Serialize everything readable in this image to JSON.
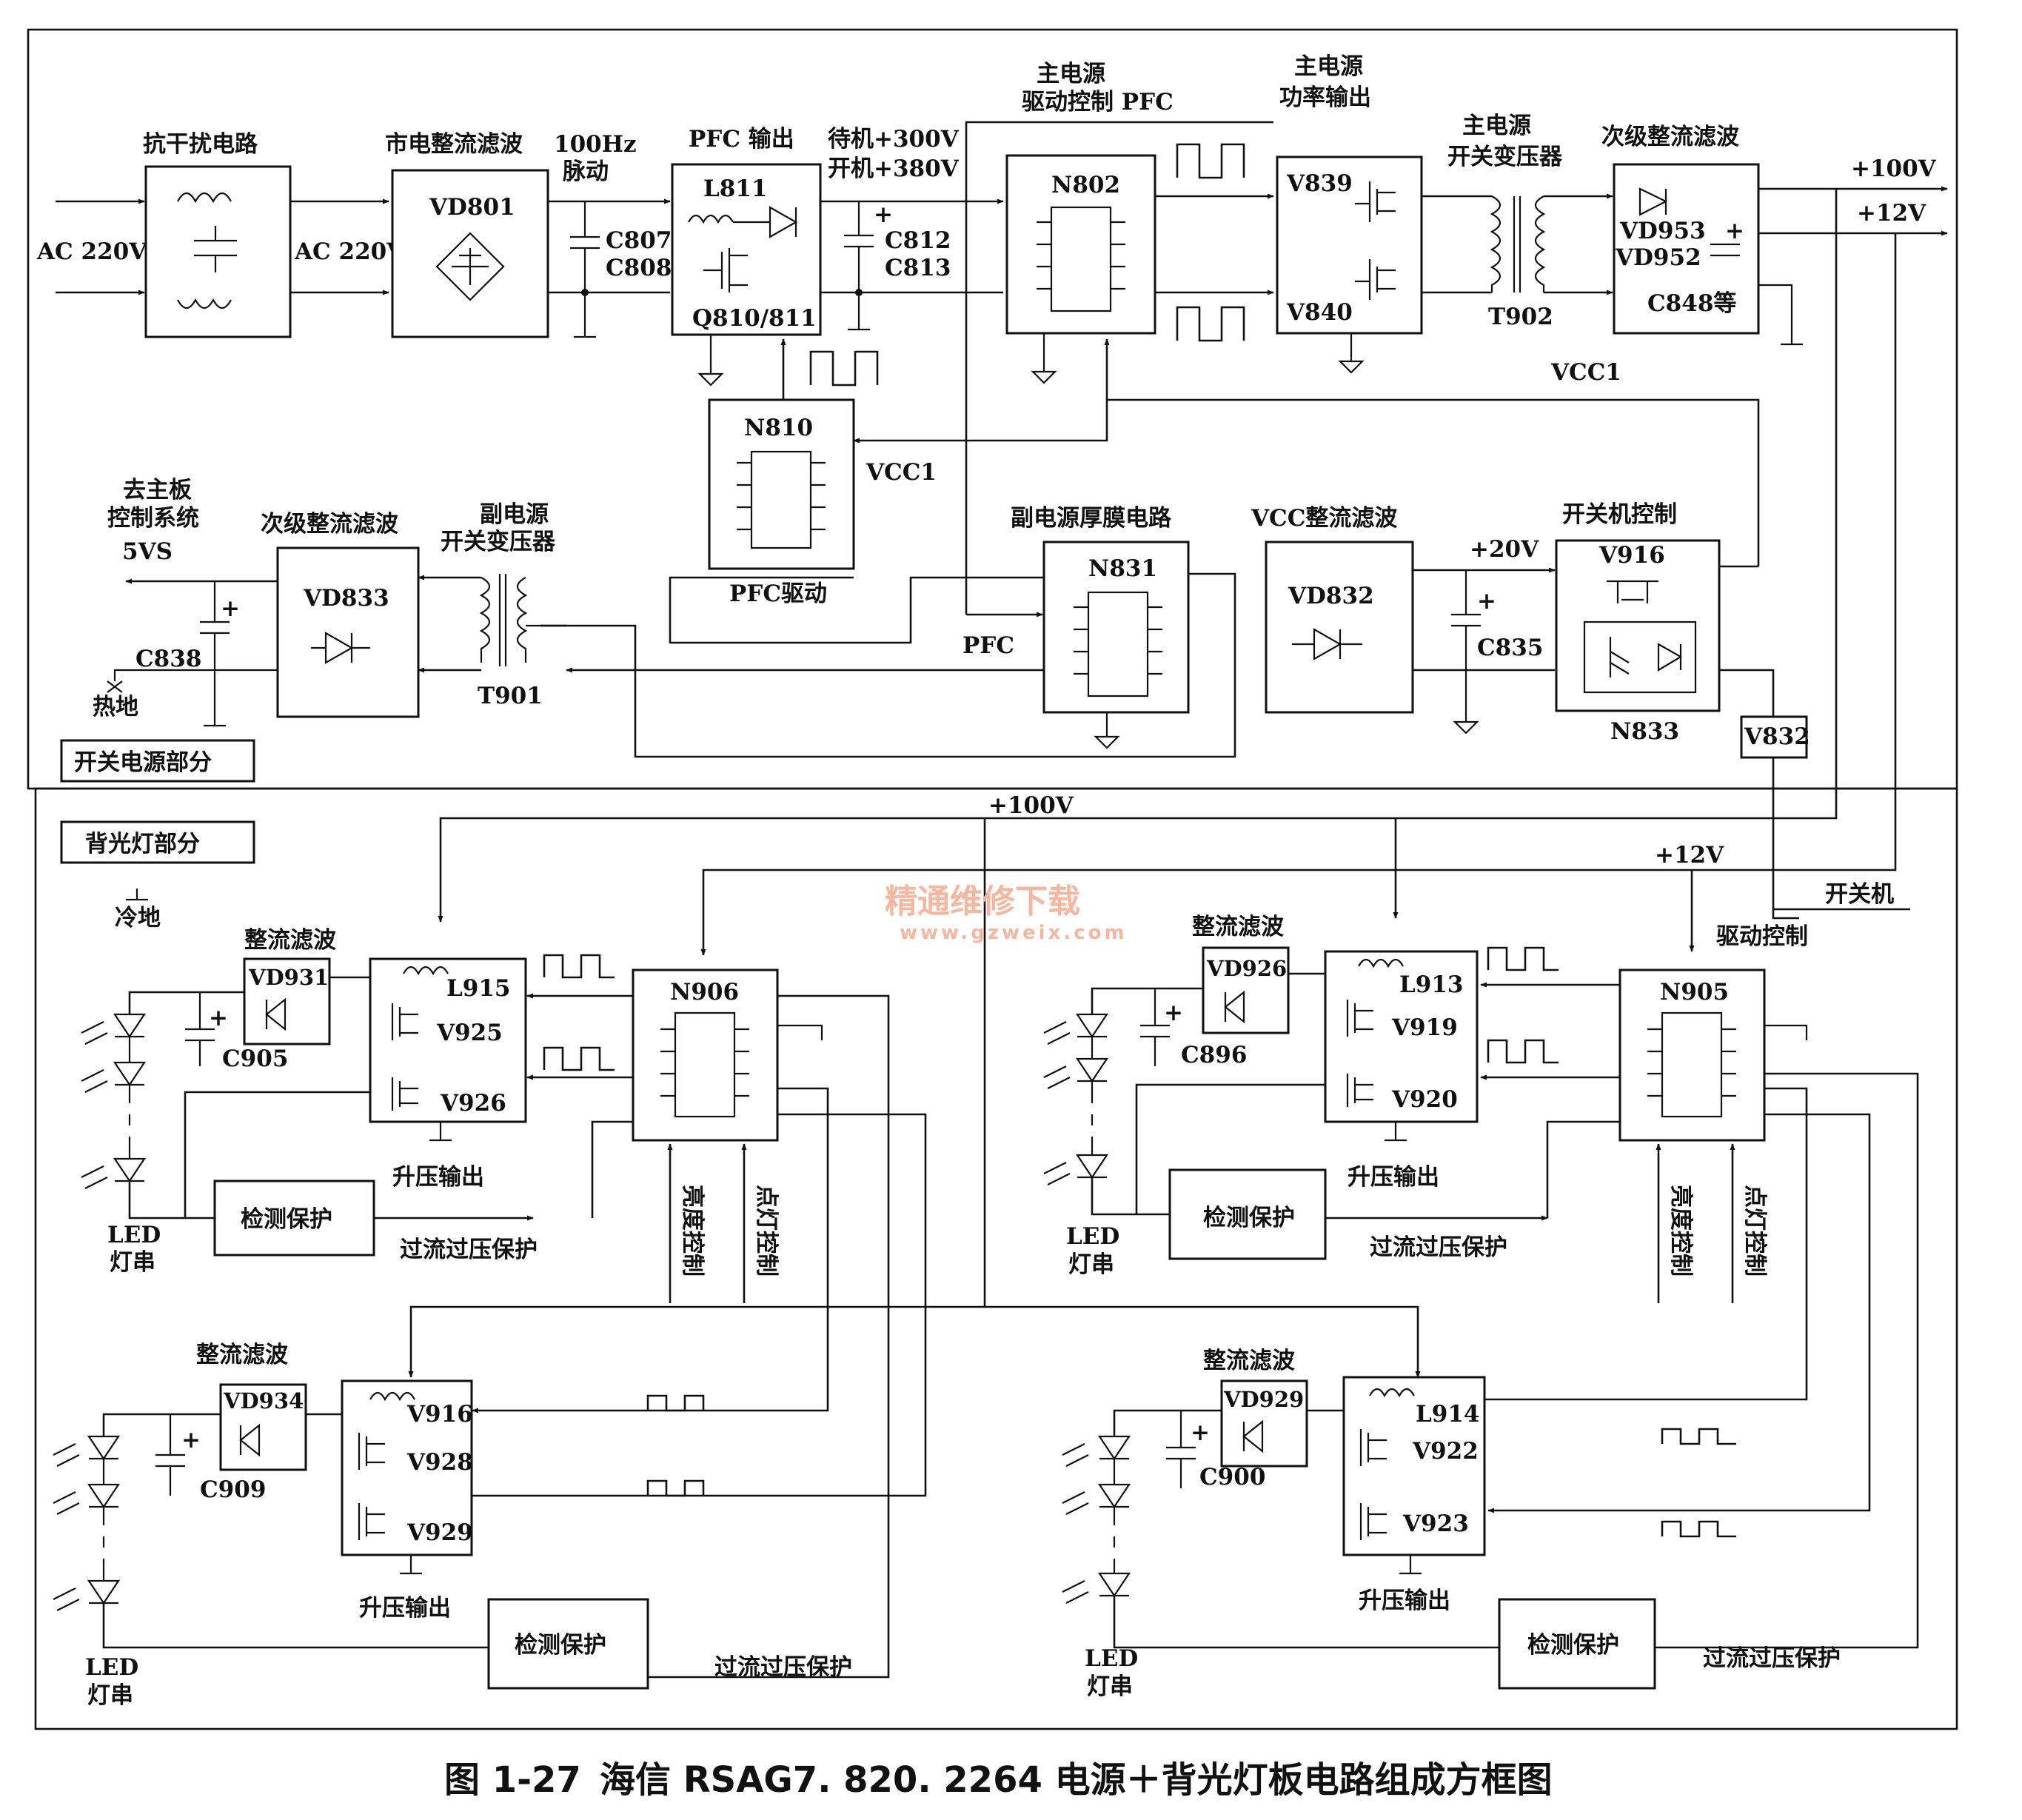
{
  "caption": {
    "figure": "图 1-27",
    "title": "海信 RSAG7. 820. 2264 电源＋背光灯板电路组成方框图"
  },
  "watermark": {
    "cn": "精通维修下载",
    "url": "www.gzweix.com"
  },
  "sections": {
    "power": "开关电源部分",
    "backlight": "背光灯部分"
  },
  "power": {
    "emi": {
      "title": "抗干扰电路",
      "in": "AC 220V",
      "out": "AC 220V"
    },
    "rect": {
      "title": "市电整流滤波",
      "part": "VD801"
    },
    "pulse": {
      "line1": "100Hz",
      "line2": "脉动"
    },
    "c807": "C807",
    "c808": "C808",
    "pfc": {
      "title": "PFC 输出",
      "l": "L811",
      "q": "Q810/811"
    },
    "standby": "待机+300V",
    "poweron": "开机+380V",
    "c812": "C812",
    "c813": "C813",
    "n810": "N810",
    "pfc_drive": "PFC驱动",
    "vcc1_a": "VCC1",
    "main_ctrl": {
      "line1": "主电源",
      "line2": "驱动控制 PFC",
      "chip": "N802"
    },
    "main_out": {
      "line1": "主电源",
      "line2": "功率输出",
      "v839": "V839",
      "v840": "V840"
    },
    "main_xfmr": {
      "line1": "主电源",
      "line2": "开关变压器",
      "t": "T902"
    },
    "sec_rect": {
      "title": "次级整流滤波",
      "vd953": "VD953",
      "vd952": "VD952",
      "cap": "C848等"
    },
    "out100": "+100V",
    "out12": "+12V",
    "vcc1_b": "VCC1",
    "thick": {
      "title": "副电源厚膜电路",
      "chip": "N831",
      "pfc": "PFC"
    },
    "vcc_rect": {
      "title": "VCC整流滤波",
      "part": "VD832",
      "v20": "+20V",
      "cap": "C835"
    },
    "onoff": {
      "title": "开关机控制",
      "v916": "V916",
      "n833": "N833",
      "v832": "V832"
    },
    "aux_xfmr": {
      "line1": "副电源",
      "line2": "开关变压器",
      "t": "T901"
    },
    "aux_rect": {
      "title": "次级整流滤波",
      "part": "VD833"
    },
    "mainboard": {
      "line1": "去主板",
      "line2": "控制系统",
      "v5": "5VS"
    },
    "c838": "C838",
    "hot_ground": "热地"
  },
  "backlight": {
    "cold_ground": "冷地",
    "v100": "+100V",
    "v12": "+12V",
    "onoff": "开关机",
    "drive_ctrl": "驱动控制",
    "left": {
      "chip": "N906",
      "brightness": "亮度控制",
      "lamp": "点灯控制",
      "upper": {
        "rect": "整流滤波",
        "vd": "VD931",
        "cap": "C905",
        "l": "L915",
        "va": "V925",
        "vb": "V926",
        "boost": "升压输出",
        "detect": "检测保护",
        "ocp": "过流过压保护",
        "led1": "LED",
        "led2": "灯串"
      },
      "lower": {
        "rect": "整流滤波",
        "vd": "VD934",
        "cap": "C909",
        "va": "V916",
        "vb": "V928",
        "vc": "V929",
        "boost": "升压输出",
        "detect": "检测保护",
        "ocp": "过流过压保护",
        "led1": "LED",
        "led2": "灯串"
      }
    },
    "right": {
      "chip": "N905",
      "brightness": "亮度控制",
      "lamp": "点灯控制",
      "upper": {
        "rect": "整流滤波",
        "vd": "VD926",
        "cap": "C896",
        "l": "L913",
        "va": "V919",
        "vb": "V920",
        "boost": "升压输出",
        "detect": "检测保护",
        "ocp": "过流过压保护",
        "led1": "LED",
        "led2": "灯串"
      },
      "lower": {
        "rect": "整流滤波",
        "vd": "VD929",
        "cap": "C900",
        "l": "L914",
        "va": "V922",
        "vb": "V923",
        "boost": "升压输出",
        "detect": "检测保护",
        "ocp": "过流过压保护",
        "led1": "LED",
        "led2": "灯串"
      }
    }
  }
}
